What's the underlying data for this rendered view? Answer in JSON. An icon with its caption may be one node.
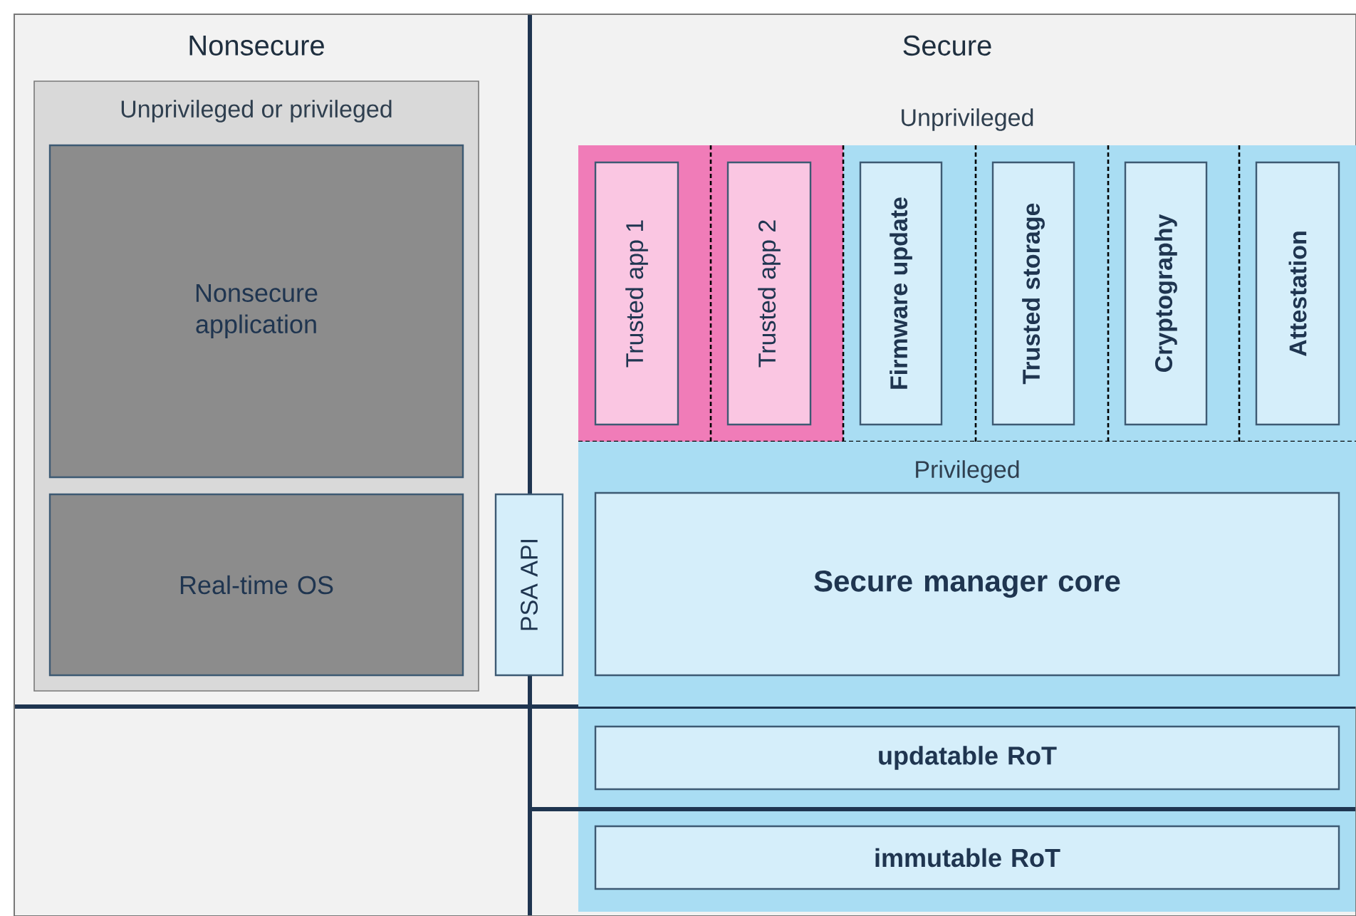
{
  "diagram": {
    "nodes": [
      {
        "text": [
          "Unprivileged or privileged"
        ]
      },
      {
        "text": [
          "Nonsecure application"
        ],
        "in": 0
      },
      {
        "text": [
          "Real-time OS"
        ],
        "in": 0
      },
      {
        "text": [
          "PSA API"
        ]
      },
      {
        "text": [
          "Unprivileged"
        ]
      },
      {
        "text": [
          "Trusted app 1"
        ],
        "in": 4
      },
      {
        "text": [
          "Trusted app 2"
        ],
        "in": 4
      },
      {
        "text": [
          "Firmware update"
        ],
        "in": 4
      },
      {
        "text": [
          "Trusted storage"
        ],
        "in": 4
      },
      {
        "text": [
          "Cryptography"
        ],
        "in": 4
      },
      {
        "text": [
          "Attestation"
        ],
        "in": 4
      },
      {
        "text": [
          "Privileged"
        ]
      },
      {
        "text": [
          "Secure manager core"
        ],
        "in": 11
      },
      {
        "text": [
          "updatable RoT"
        ]
      },
      {
        "text": [
          "immutable RoT"
        ]
      }
    ],
    "edges": [],
    "labels": [
      "Nonsecure",
      "Secure"
    ]
  }
}
